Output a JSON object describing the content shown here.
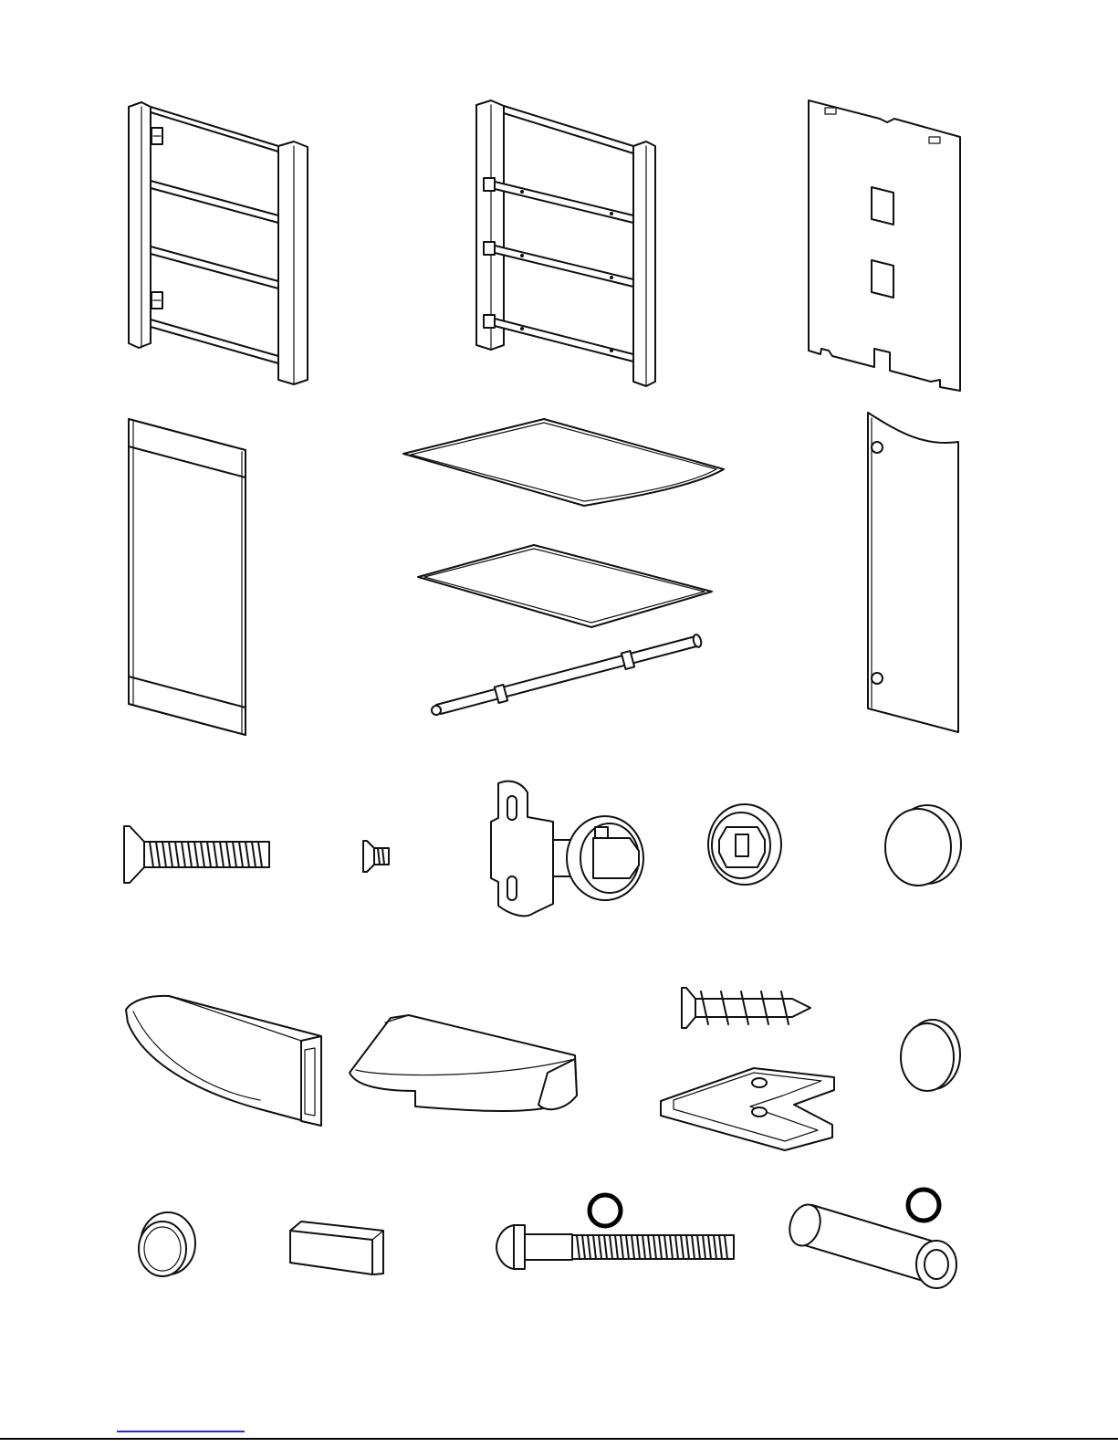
{
  "document": {
    "type": "parts-list",
    "rows": [
      {
        "parts": [
          "side-frame-a",
          "side-frame-b",
          "back-panel"
        ]
      },
      {
        "parts": [
          "door-panel",
          "glass-shelf-large",
          "glass-shelf-small",
          "hanging-rod",
          "side-glass-panel"
        ]
      },
      {
        "parts": [
          "long-countersunk-screw",
          "short-countersunk-screw",
          "concealed-hinge",
          "hinge-mounting-cup",
          "cover-cap"
        ]
      },
      {
        "parts": [
          "shelf-support-left",
          "shelf-support-right",
          "wood-screw",
          "l-bracket",
          "round-cap"
        ]
      },
      {
        "parts": [
          "bumper-pad",
          "block-spacer",
          "machine-bolt",
          "spacer-tube"
        ]
      }
    ],
    "markers": 2
  }
}
